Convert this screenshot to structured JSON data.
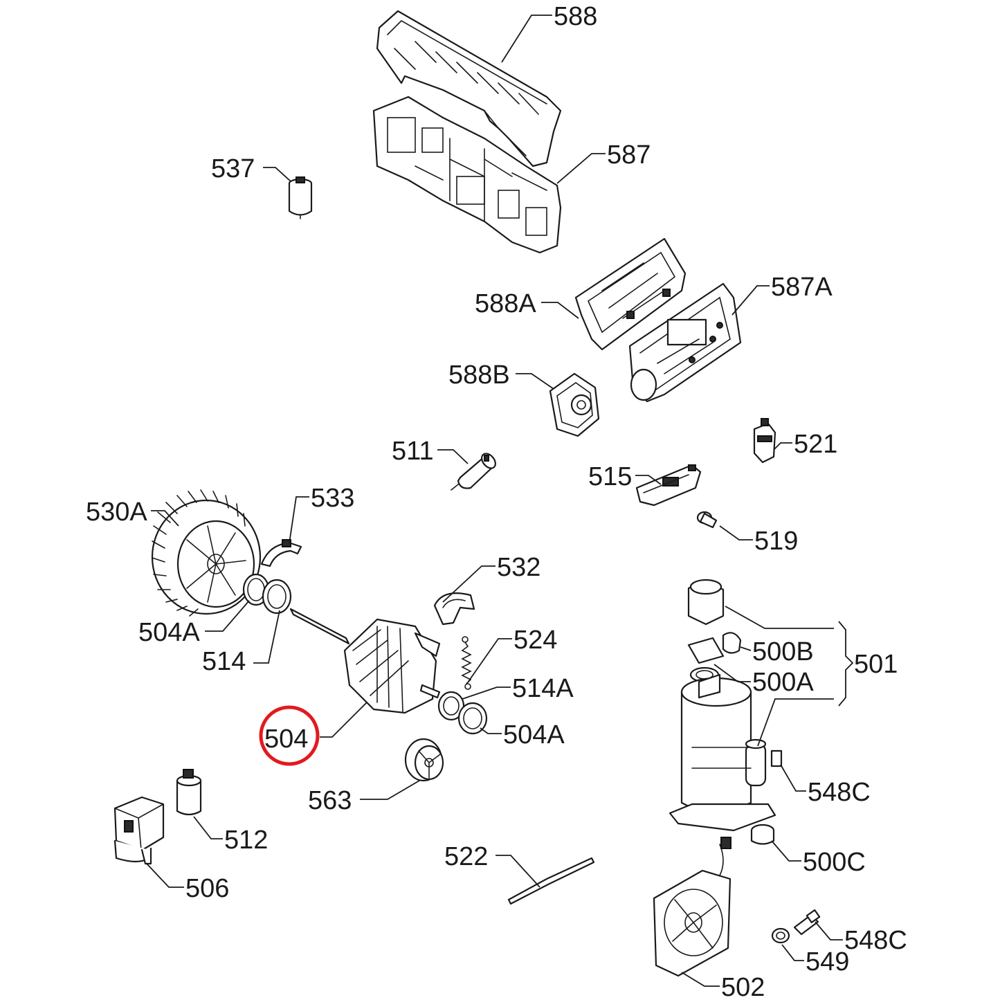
{
  "highlight_color": "#e3191e",
  "highlighted_label": "504",
  "labels": {
    "l588": "588",
    "l587": "587",
    "l537": "537",
    "l588a": "588A",
    "l587a": "587A",
    "l588b": "588B",
    "l521": "521",
    "l511": "511",
    "l515": "515",
    "l533": "533",
    "l530a": "530A",
    "l519": "519",
    "l532": "532",
    "l504a_left": "504A",
    "l514": "514",
    "l524": "524",
    "l500b": "500B",
    "l501": "501",
    "l500a": "500A",
    "l514a": "514A",
    "l504": "504",
    "l504a_right": "504A",
    "l548c_upper": "548C",
    "l563": "563",
    "l512": "512",
    "l500c": "500C",
    "l522": "522",
    "l506": "506",
    "l548c_lower": "548C",
    "l549": "549",
    "l502": "502"
  }
}
